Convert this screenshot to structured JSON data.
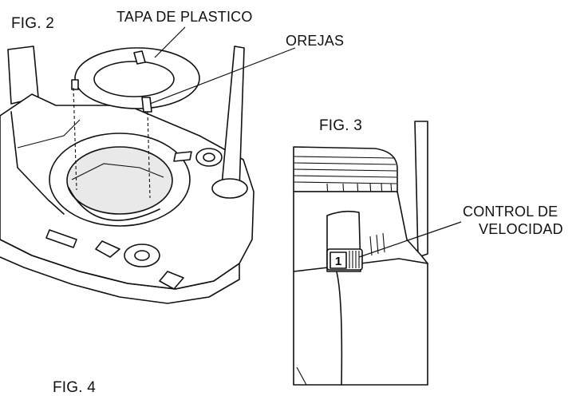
{
  "figures": {
    "fig2": {
      "label": "FIG. 2"
    },
    "fig3": {
      "label": "FIG. 3"
    },
    "fig4": {
      "label": "FIG. 4"
    }
  },
  "callouts": {
    "tapa": "TAPA DE PLASTICO",
    "orejas": "OREJAS",
    "control_line1": "CONTROL DE",
    "control_line2": "VELOCIDAD"
  },
  "dial": {
    "setting": "1"
  }
}
